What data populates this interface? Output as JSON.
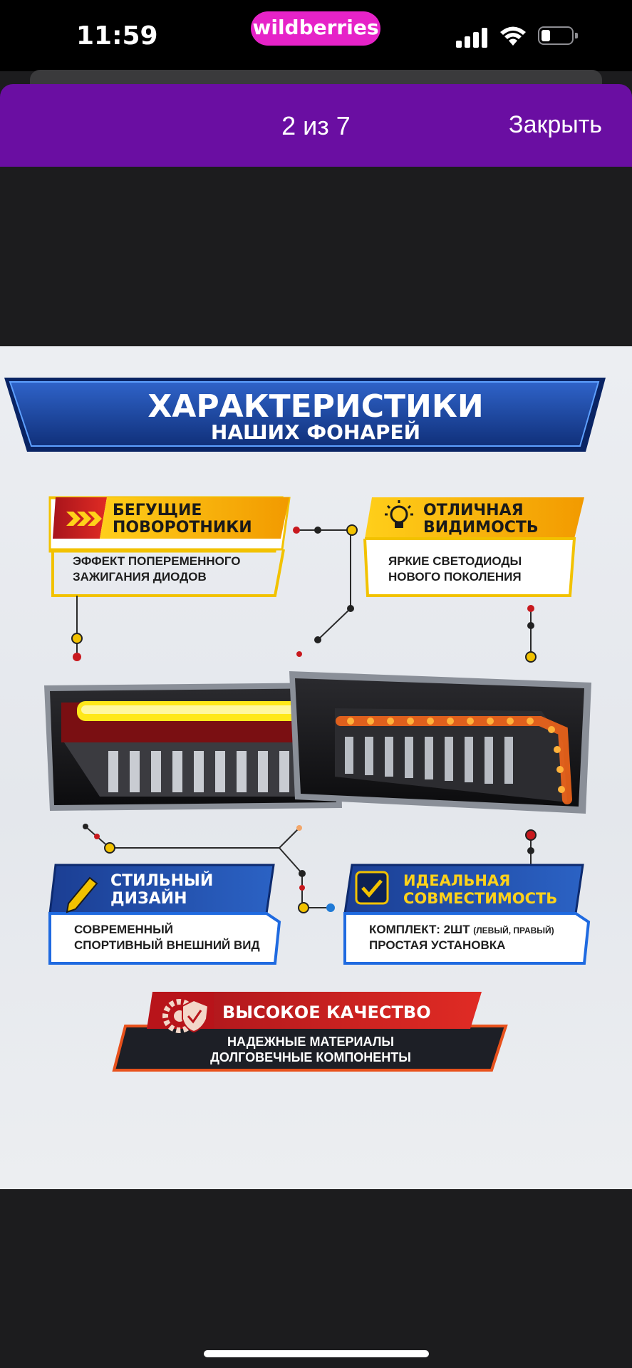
{
  "status_bar": {
    "time": "11:59",
    "app_badge": "wildberries"
  },
  "header": {
    "counter": "2 из 7",
    "close_label": "Закрыть"
  },
  "infographic": {
    "title_line1": "ХАРАКТЕРИСТИКИ",
    "title_line2": "НАШИХ ФОНАРЕЙ",
    "features": [
      {
        "title1": "БЕГУЩИЕ",
        "title2": "ПОВОРОТНИКИ",
        "desc1": "ЭФФЕКТ ПОПЕРЕМЕННОГО",
        "desc2": "ЗАЖИГАНИЯ ДИОДОВ"
      },
      {
        "title1": "ОТЛИЧНАЯ",
        "title2": "ВИДИМОСТЬ",
        "desc1": "ЯРКИЕ СВЕТОДИОДЫ",
        "desc2": "НОВОГО ПОКОЛЕНИЯ"
      },
      {
        "title1": "СТИЛЬНЫЙ",
        "title2": "ДИЗАЙН",
        "desc1": "СОВРЕМЕННЫЙ",
        "desc2": "СПОРТИВНЫЙ ВНЕШНИЙ ВИД"
      },
      {
        "title1": "ИДЕАЛЬНАЯ",
        "title2": "СОВМЕСТИМОСТЬ",
        "desc1": "КОМПЛЕКТ: 2ШТ",
        "desc1_small": "(ЛЕВЫЙ, ПРАВЫЙ)",
        "desc2": "ПРОСТАЯ УСТАНОВКА"
      }
    ],
    "quality": {
      "title": "ВЫСОКОЕ КАЧЕСТВО",
      "desc1": "НАДЕЖНЫЕ МАТЕРИАЛЫ",
      "desc2": "ДОЛГОВЕЧНЫЕ КОМПОНЕНТЫ"
    }
  },
  "colors": {
    "header_bg": "#6a0ea2",
    "badge_bg": "#e623c8",
    "banner_blue": "#1a3f95",
    "accent_yellow": "#f5b400",
    "accent_red": "#c8191e"
  },
  "icons": [
    "arrows-icon",
    "bulb-icon",
    "pencil-icon",
    "checkmark-shield-icon",
    "gear-shield-icon",
    "wifi-icon",
    "battery-icon",
    "signal-icon"
  ]
}
